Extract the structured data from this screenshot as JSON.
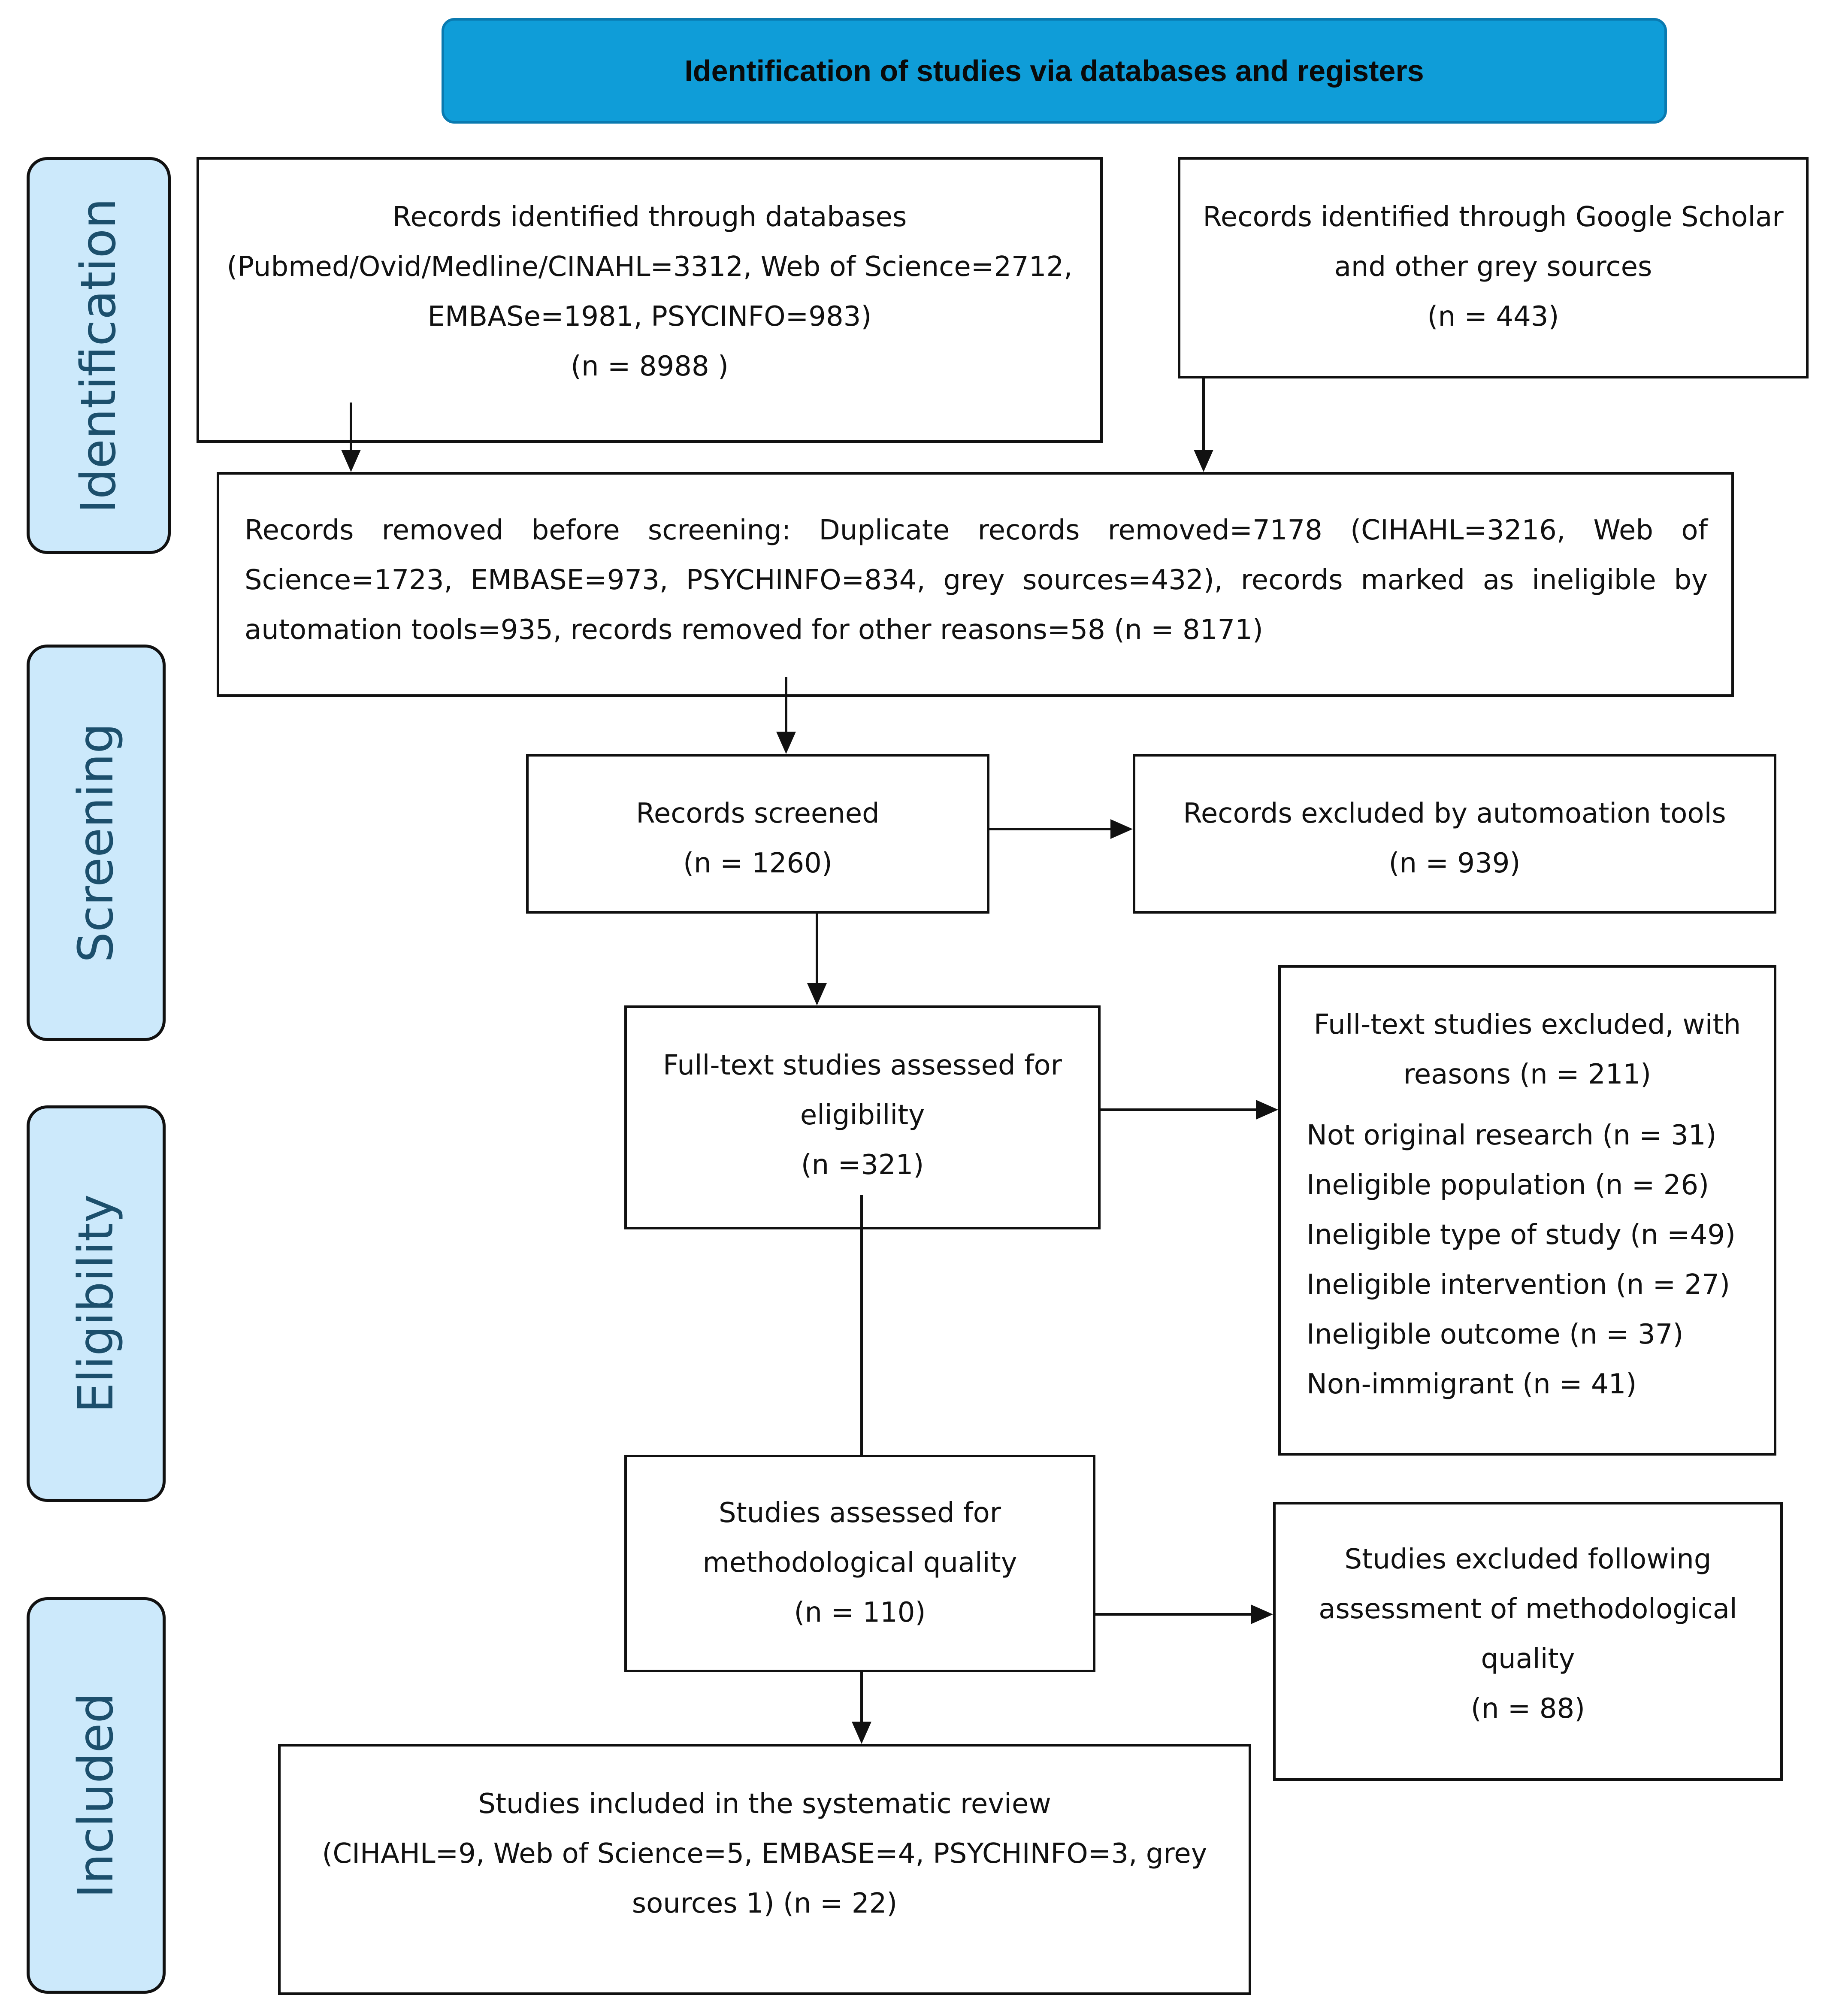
{
  "header": {
    "title": "Identification of studies via databases and registers"
  },
  "phases": {
    "identification": "Identification",
    "screening": "Screening",
    "eligibility": "Eligibility",
    "included": "Included"
  },
  "boxes": {
    "databases": {
      "lines": [
        "Records identified through databases",
        "(Pubmed/Ovid/Medline/CINAHL=3312, Web of Science=2712,",
        "EMBASe=1981, PSYCINFO=983)",
        "(n = 8988 )"
      ]
    },
    "grey_sources": {
      "lines": [
        "Records identified through Google Scholar",
        "and other grey sources",
        "(n = 443)"
      ]
    },
    "removed_before_screening": {
      "text": "Records removed before screening: Duplicate records removed=7178 (CIHAHL=3216, Web of Science=1723, EMBASE=973, PSYCHINFO=834, grey sources=432), records marked as ineligible by automation tools=935, records removed for other reasons=58 (n = 8171)"
    },
    "screened": {
      "lines": [
        "Records screened",
        "(n = 1260)"
      ]
    },
    "excluded_automation": {
      "lines": [
        "Records excluded  by automoation tools",
        "(n = 939)"
      ]
    },
    "full_text_assessed": {
      "lines": [
        "Full-text studies assessed for",
        "eligibility",
        "(n =321)"
      ]
    },
    "full_text_excluded": {
      "heading": [
        "Full-text studies excluded, with",
        "reasons (n = 211)"
      ],
      "reasons": [
        "Not original research (n = 31)",
        "Ineligible population (n = 26)",
        "Ineligible type of study (n =49)",
        "Ineligible intervention (n = 27)",
        "Ineligible outcome (n = 37)",
        "Non-immigrant (n = 41)"
      ]
    },
    "quality_assessed": {
      "lines": [
        "Studies assessed for",
        "methodological quality",
        "(n = 110)"
      ]
    },
    "quality_excluded": {
      "lines": [
        "Studies excluded following",
        "assessment of methodological",
        "quality",
        "(n = 88)"
      ]
    },
    "included": {
      "lines": [
        "Studies included in the systematic review",
        "(CIHAHL=9, Web of Science=5, EMBASE=4, PSYCHINFO=3, grey",
        "sources 1) (n = 22)"
      ]
    }
  }
}
